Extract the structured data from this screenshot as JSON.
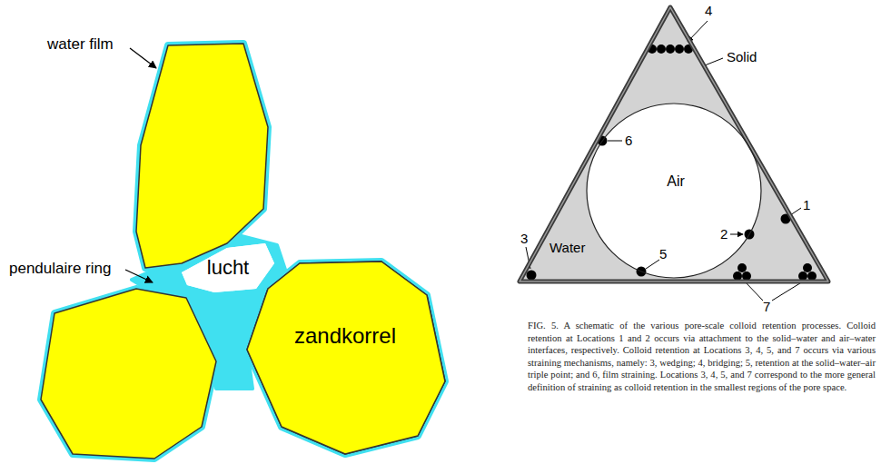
{
  "diagram": {
    "caption": "FIG. 5. A schematic of the various pore-scale colloid retention processes. Colloid retention at Locations 1 and 2 occurs via attachment to the solid–water and air–water interfaces, respectively. Colloid retention at Locations 3, 4, 5, and 7 occurs via various straining mechanisms, namely: 3, wedging; 4, bridging; 5, retention at the solid–water–air triple point; and 6, film straining. Locations 3, 4, 5, and 7 correspond to the more general definition of straining as colloid retention in the smallest regions of the pore space.",
    "nodes": [
      {
        "text": [
          "lucht"
        ]
      },
      {
        "text": [
          "zandkorrel"
        ]
      },
      {
        "text": [
          "Water"
        ]
      },
      {
        "text": [
          "Air"
        ],
        "in": 2
      }
    ],
    "labels": [
      "water film",
      "pendulaire ring",
      "4",
      "Solid",
      "6",
      "2",
      "1",
      "3",
      "5",
      "7"
    ]
  }
}
